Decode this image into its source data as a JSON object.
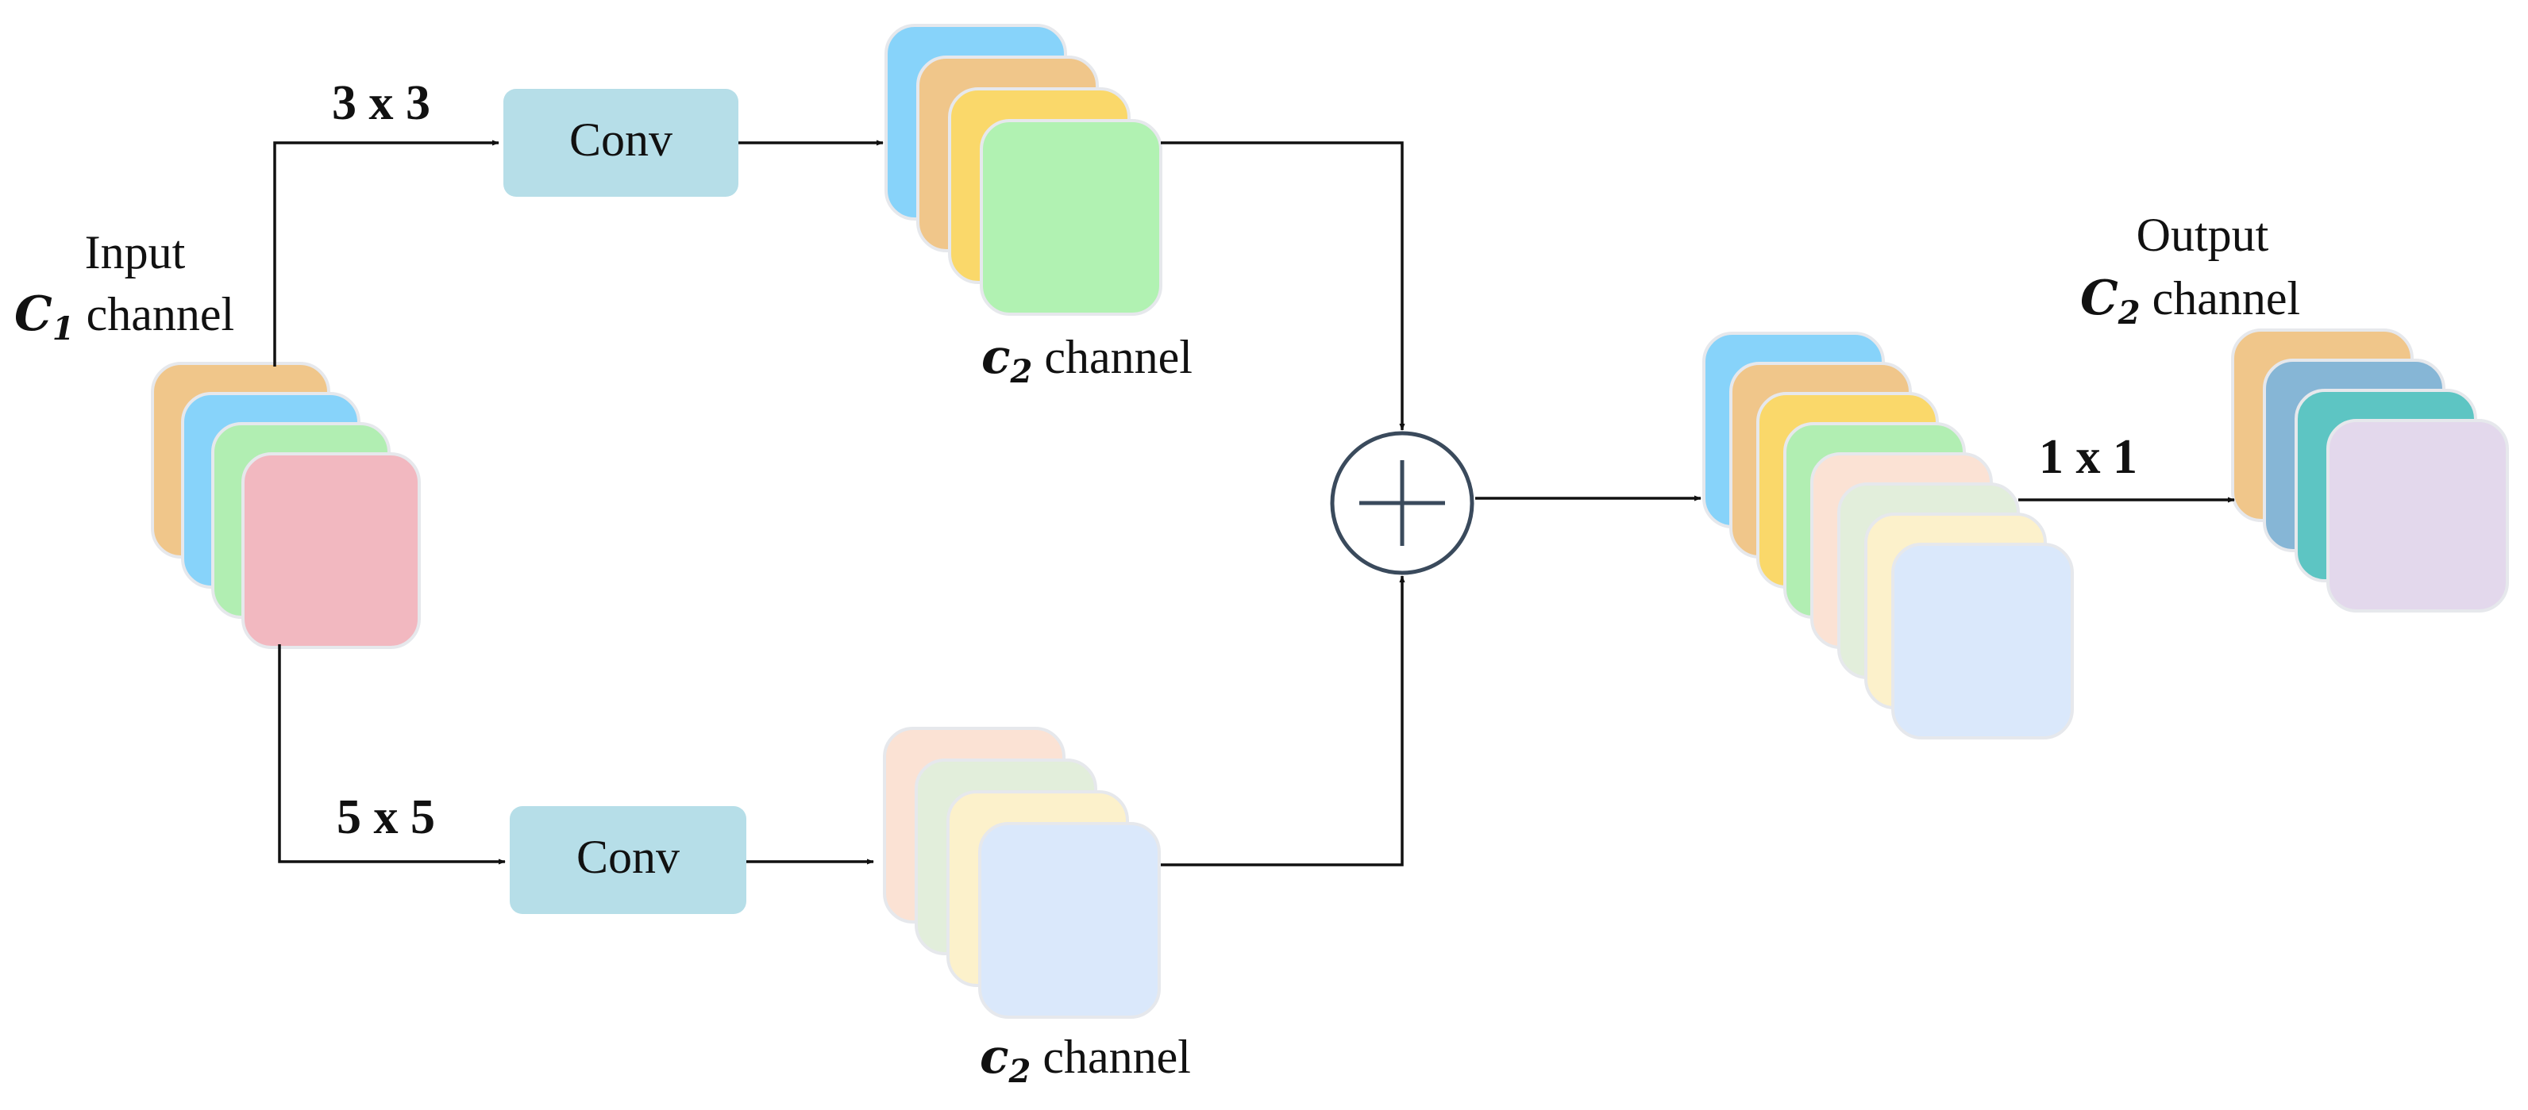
{
  "input": {
    "label_top": "Input",
    "var": "C",
    "sub": "1",
    "label_rest": " channel",
    "stack_colors": [
      "#F0C68A",
      "#87D3FA",
      "#B1EEB2",
      "#F2B8C0"
    ]
  },
  "branch_top": {
    "kernel_label": "3 x 3",
    "conv_label": "Conv",
    "output_var": "c",
    "output_sub": "2",
    "output_rest": " channel",
    "stack_colors": [
      "#87D3FA",
      "#F0C68A",
      "#FAD86A",
      "#B1F2B2"
    ]
  },
  "branch_bottom": {
    "kernel_label": "5 x 5",
    "conv_label": "Conv",
    "output_var": "c",
    "output_sub": "2",
    "output_rest": " channel",
    "stack_colors": [
      "#FBE2D4",
      "#E2EEDB",
      "#FCF1CB",
      "#DAE8FB"
    ]
  },
  "combine": {
    "symbol": "plus",
    "stack_colors": [
      "#87D3FA",
      "#F0C68A",
      "#FAD86A",
      "#B1EEB2",
      "#FBE2D4",
      "#E2EEDB",
      "#FCF1CB",
      "#DAE8FB"
    ]
  },
  "output": {
    "kernel_label": "1 x 1",
    "label_top": "Output",
    "var": "C",
    "sub": "2",
    "label_rest": " channel",
    "stack_colors": [
      "#F0C68A",
      "#86B6D6",
      "#5DC5C3",
      "#E3D8EC"
    ]
  },
  "colors": {
    "conv_box": "#B6DEE8",
    "line": "#111111",
    "circle_stroke": "#3A4A5C"
  }
}
